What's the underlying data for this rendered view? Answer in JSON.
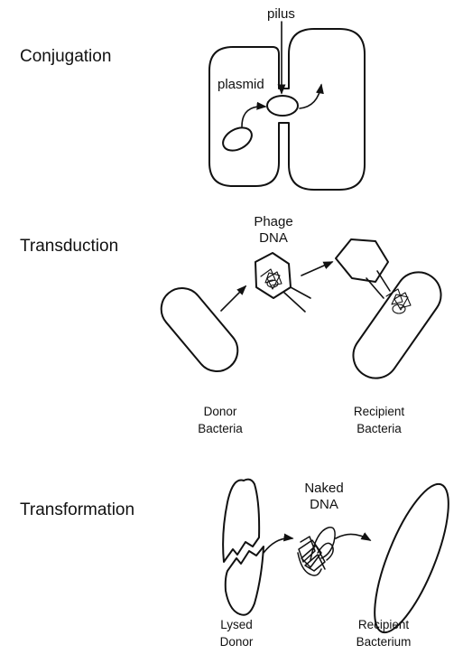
{
  "sections": {
    "conjugation": {
      "title": "Conjugation",
      "pilus_label": "pilus",
      "plasmid_label": "plasmid"
    },
    "transduction": {
      "title": "Transduction",
      "phage_label_line1": "Phage",
      "phage_label_line2": "DNA",
      "donor_label_line1": "Donor",
      "donor_label_line2": "Bacteria",
      "recipient_label_line1": "Recipient",
      "recipient_label_line2": "Bacteria"
    },
    "transformation": {
      "title": "Transformation",
      "naked_label_line1": "Naked",
      "naked_label_line2": "DNA",
      "lysed_label_line1": "Lysed",
      "lysed_label_line2": "Donor",
      "recipient_label_line1": "Recipient",
      "recipient_label_line2": "Bacterium"
    }
  }
}
